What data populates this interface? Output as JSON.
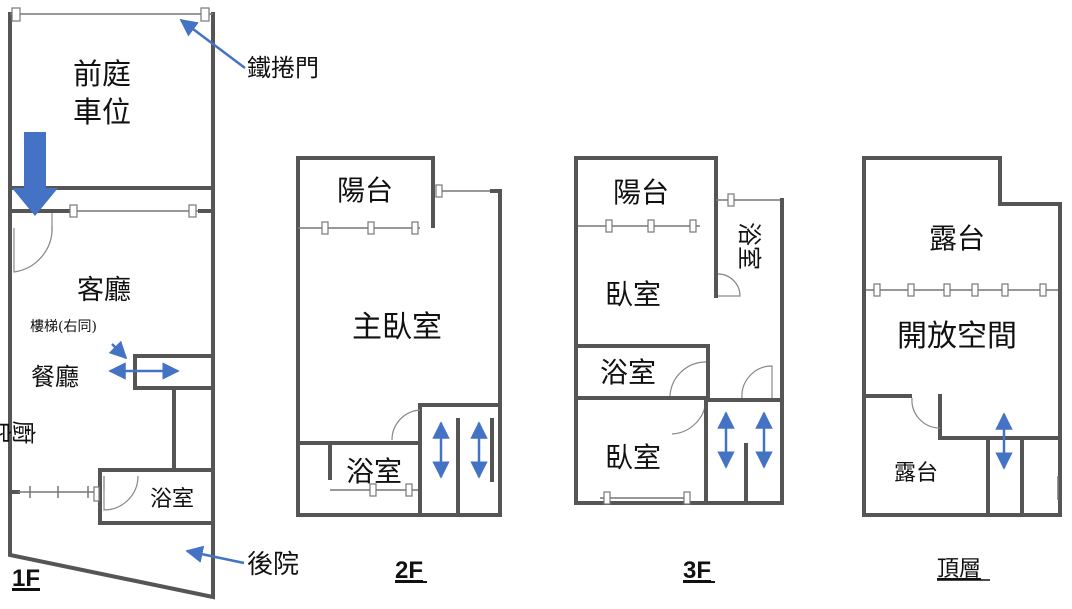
{
  "colors": {
    "wall": "#555555",
    "accent": "#4472C4",
    "text": "#111111"
  },
  "floors": {
    "f1": {
      "label": "1F",
      "rooms": {
        "front_yard_1": "前庭",
        "front_yard_2": "車位",
        "living": "客廳",
        "stairs_note": "樓梯(右同)",
        "dining": "餐廳",
        "kitchen": "廚房",
        "bath": "浴室"
      },
      "callouts": {
        "rolling_door": "鐵捲門",
        "back_yard": "後院"
      }
    },
    "f2": {
      "label": "2F",
      "rooms": {
        "balcony": "陽台",
        "master": "主臥室",
        "bath": "浴室"
      }
    },
    "f3": {
      "label": "3F",
      "rooms": {
        "balcony": "陽台",
        "bedroom_a": "臥室",
        "bath_small": "浴室",
        "bath": "浴室",
        "bedroom_b": "臥室"
      }
    },
    "roof": {
      "label": "頂層",
      "rooms": {
        "terrace_top": "露台",
        "open_space": "開放空間",
        "terrace_bottom": "露台"
      }
    }
  },
  "icons": {
    "entrance": "down-arrow-icon",
    "stairs": "double-arrow-icon",
    "pointer": "pointer-arrow-icon"
  }
}
